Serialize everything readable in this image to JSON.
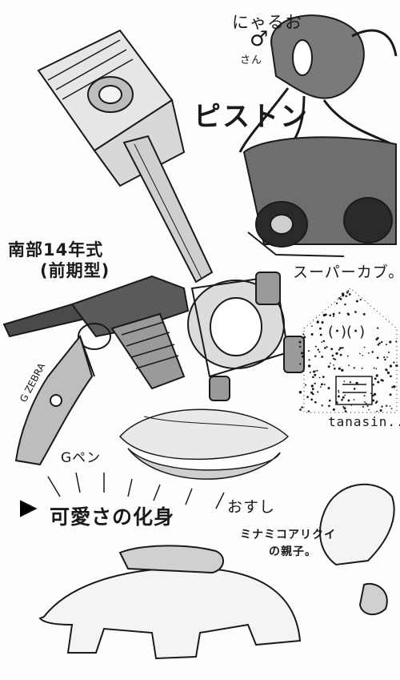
{
  "labels": {
    "nyaruo": "にゃるお",
    "mars_symbol": "♂",
    "san": "さん",
    "piston": "ピストン",
    "super_cub": "スーパーカブ。",
    "gun_name_line1": "南部14年式",
    "gun_name_line2": "(前期型)",
    "pen_brand": "G ZEBRA",
    "g_pen": "Gペン",
    "tanasin": "tanasin...",
    "tanasin_face": "(･)(･)",
    "kawaisa": "可愛さの化身",
    "oshushi": "おすし",
    "anteater_line1": "ミナミコアリクイ",
    "anteater_line2": "の親子。"
  },
  "colors": {
    "ink": "#1a1a1a",
    "paper": "#fdfdfd",
    "shade_dark": "#3a3a3a",
    "shade_mid": "#8a8a8a",
    "shade_light": "#cfcfcf"
  }
}
